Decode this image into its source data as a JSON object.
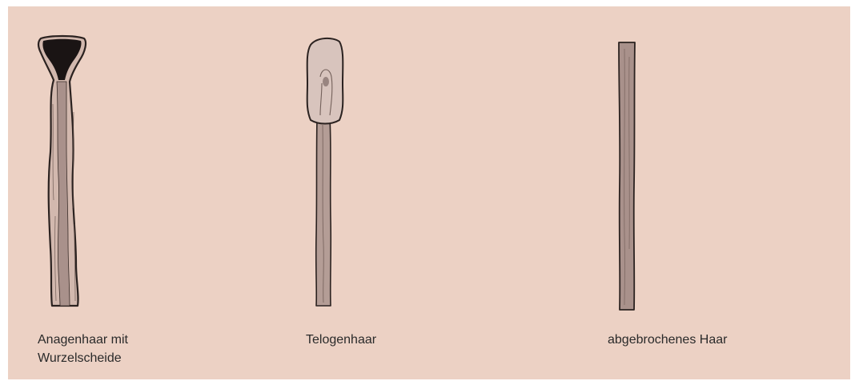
{
  "figure": {
    "background_color": "#ecd1c4",
    "items": [
      {
        "id": "anagen",
        "caption_lines": [
          "Anagenhaar mit",
          "Wurzelscheide"
        ],
        "icon": "anagen-hair-with-root-sheath"
      },
      {
        "id": "telogen",
        "caption_lines": [
          "Telogenhaar"
        ],
        "icon": "telogen-hair-club"
      },
      {
        "id": "broken",
        "caption_lines": [
          "abgebrochenes Haar"
        ],
        "icon": "broken-hair-shaft"
      }
    ],
    "colors": {
      "outline": "#2b2220",
      "shaft_fill": "#a9918b",
      "sheath_fill": "#d2b8ae",
      "bulb_fill": "#1a1414",
      "club_fill": "#d8c4bd"
    }
  }
}
